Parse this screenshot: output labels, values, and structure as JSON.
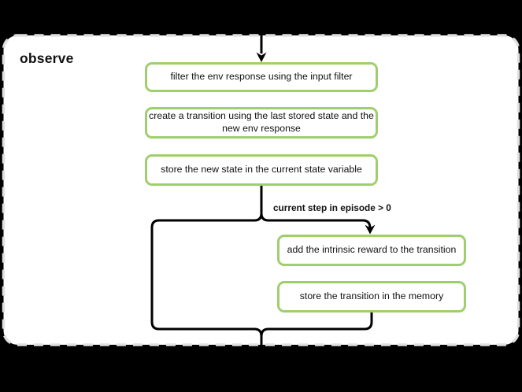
{
  "diagram": {
    "subgraph_label": "observe",
    "edge_condition_label": "current step in episode > 0",
    "nodes": [
      {
        "id": "filter-env-response",
        "label": "filter the env response using the input filter"
      },
      {
        "id": "create-transition",
        "label": "create a transition using the last stored state and the new env response"
      },
      {
        "id": "store-new-state",
        "label": "store the new state in the current state variable"
      },
      {
        "id": "add-intrinsic-reward",
        "label": "add the intrinsic reward to the transition"
      },
      {
        "id": "store-transition",
        "label": "store the transition in the memory"
      }
    ],
    "colors": {
      "background": "#000000",
      "frame_fill": "#ffffff",
      "frame_border": "#e0e0e0",
      "node_fill": "#ffffff",
      "node_border": "#9fcf6d",
      "connector": "#000000",
      "text": "#111111"
    }
  }
}
